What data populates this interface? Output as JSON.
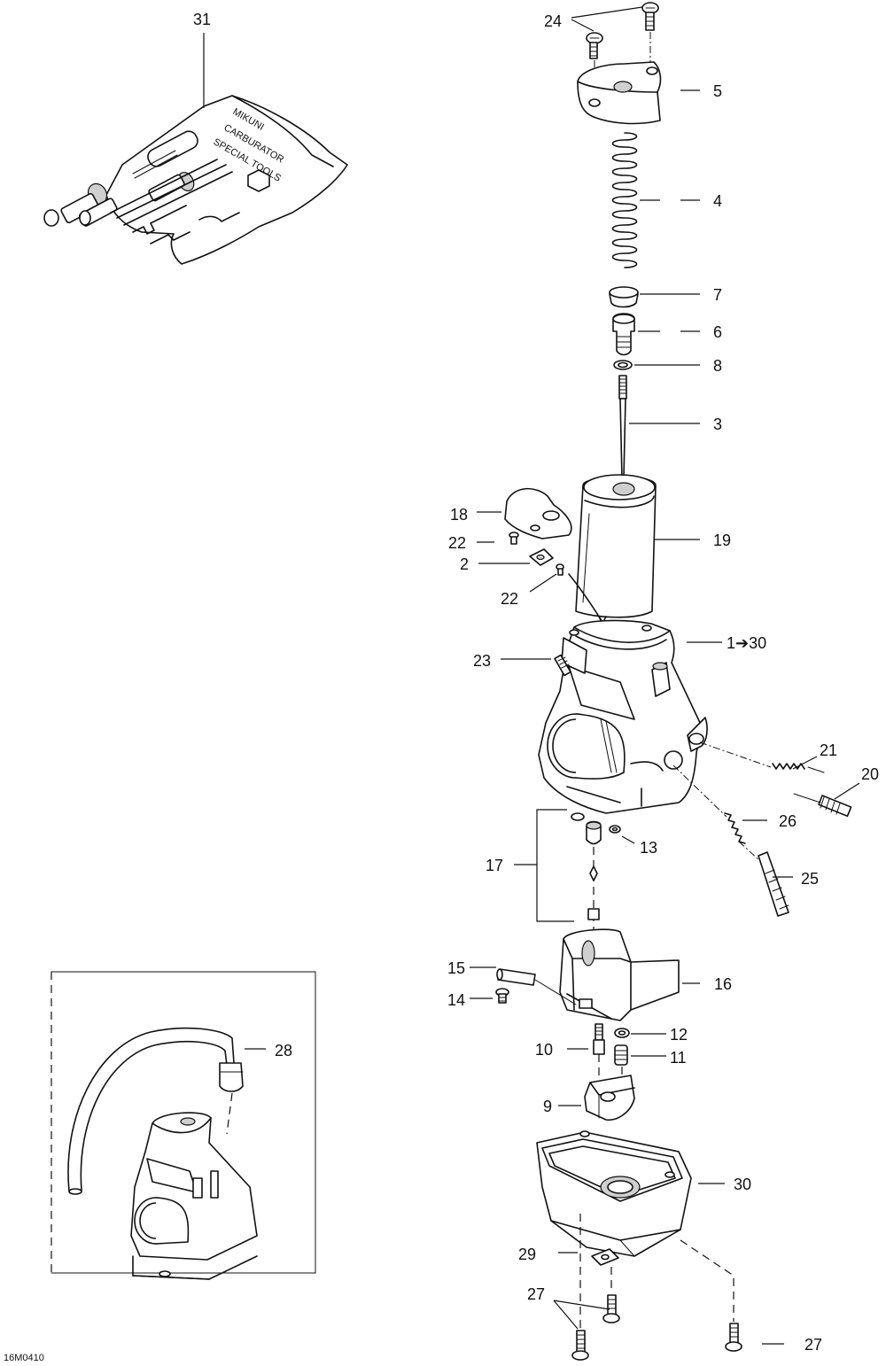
{
  "diagram": {
    "reference_code": "16M0410",
    "callouts": {
      "c31": "31",
      "c24": "24",
      "c5": "5",
      "c4": "4",
      "c7": "7",
      "c6": "6",
      "c8": "8",
      "c3": "3",
      "c18": "18",
      "c22a": "22",
      "c2": "2",
      "c22b": "22",
      "c19": "19",
      "c1_30": "1➔30",
      "c23": "23",
      "c21": "21",
      "c20": "20",
      "c26": "26",
      "c17": "17",
      "c13": "13",
      "c25": "25",
      "c15": "15",
      "c16": "16",
      "c14": "14",
      "c12": "12",
      "c10": "10",
      "c11": "11",
      "c9": "9",
      "c28": "28",
      "c30": "30",
      "c29": "29",
      "c27a": "27",
      "c27b": "27"
    },
    "tool_kit_lettering": [
      "MIKUNI",
      "CARBURATOR",
      "SPECIAL TOOLS"
    ]
  }
}
